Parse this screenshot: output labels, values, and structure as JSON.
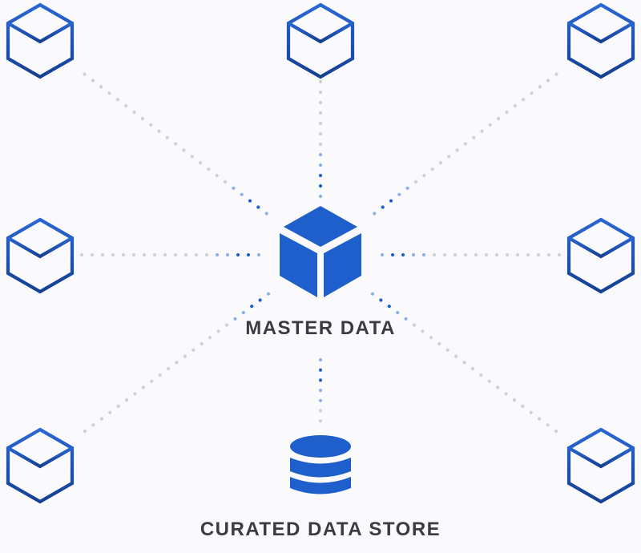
{
  "diagram": {
    "center_node": {
      "label": "MASTER DATA",
      "icon": "cube-filled-icon"
    },
    "store_node": {
      "label": "CURATED DATA STORE",
      "icon": "database-icon"
    },
    "peripheral_nodes": [
      {
        "id": "top-left",
        "icon": "cube-outline-icon"
      },
      {
        "id": "top-center",
        "icon": "cube-outline-icon"
      },
      {
        "id": "top-right",
        "icon": "cube-outline-icon"
      },
      {
        "id": "middle-left",
        "icon": "cube-outline-icon"
      },
      {
        "id": "middle-right",
        "icon": "cube-outline-icon"
      },
      {
        "id": "bottom-left",
        "icon": "cube-outline-icon"
      },
      {
        "id": "bottom-right",
        "icon": "cube-outline-icon"
      }
    ],
    "connections": [
      {
        "from": "top-left",
        "to": "center"
      },
      {
        "from": "top-center",
        "to": "center"
      },
      {
        "from": "top-right",
        "to": "center"
      },
      {
        "from": "middle-left",
        "to": "center"
      },
      {
        "from": "middle-right",
        "to": "center"
      },
      {
        "from": "bottom-left",
        "to": "center"
      },
      {
        "from": "bottom-right",
        "to": "center"
      },
      {
        "from": "center",
        "to": "store"
      }
    ],
    "colors": {
      "background": "#fafafc",
      "primary_blue": "#1f5fcc",
      "outline_blue_top": "#2a66d4",
      "outline_blue_bottom": "#163f94",
      "dot_dark": "#1f5fcc",
      "dot_light": "#8fb0e6",
      "dot_grey": "#cfd1d6",
      "label_text": "#3b3c40"
    }
  }
}
